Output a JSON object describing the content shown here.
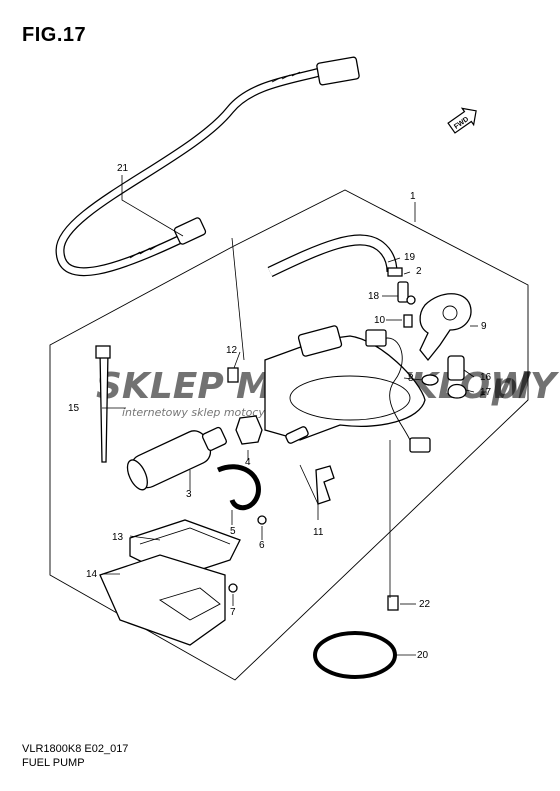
{
  "figure_title": "FIG.17",
  "model_code": "VLR1800K8 E02_017",
  "diagram_title": "FUEL PUMP",
  "fwd_label": "FWD",
  "watermark": {
    "brand_a": "SKLEP",
    "brand_b": "MOTOCYKLOWY",
    "brand_c": ".pl",
    "tagline": "internetowy sklep motocyklowy",
    "colors": {
      "gray": "#b9b9b9",
      "red": "#e27b7b"
    }
  },
  "callouts": [
    {
      "id": "c1",
      "label": "1"
    },
    {
      "id": "c2",
      "label": "2"
    },
    {
      "id": "c3",
      "label": "3"
    },
    {
      "id": "c4",
      "label": "4"
    },
    {
      "id": "c5",
      "label": "5"
    },
    {
      "id": "c6",
      "label": "6"
    },
    {
      "id": "c7",
      "label": "7"
    },
    {
      "id": "c8",
      "label": "8"
    },
    {
      "id": "c9",
      "label": "9"
    },
    {
      "id": "c10",
      "label": "10"
    },
    {
      "id": "c11",
      "label": "11"
    },
    {
      "id": "c12",
      "label": "12"
    },
    {
      "id": "c13",
      "label": "13"
    },
    {
      "id": "c14",
      "label": "14"
    },
    {
      "id": "c15",
      "label": "15"
    },
    {
      "id": "c16",
      "label": "16"
    },
    {
      "id": "c17",
      "label": "17"
    },
    {
      "id": "c18",
      "label": "18"
    },
    {
      "id": "c19",
      "label": "19"
    },
    {
      "id": "c20",
      "label": "20"
    },
    {
      "id": "c21",
      "label": "21"
    },
    {
      "id": "c22",
      "label": "22"
    }
  ]
}
